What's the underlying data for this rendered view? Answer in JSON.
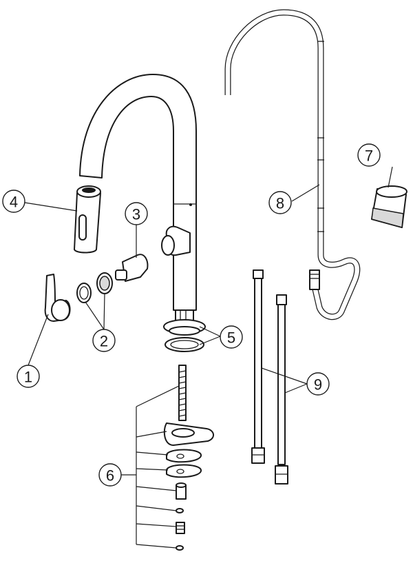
{
  "callouts": [
    {
      "id": "c1",
      "label": "1"
    },
    {
      "id": "c2",
      "label": "2"
    },
    {
      "id": "c3",
      "label": "3"
    },
    {
      "id": "c4",
      "label": "4"
    },
    {
      "id": "c5",
      "label": "5"
    },
    {
      "id": "c6",
      "label": "6"
    },
    {
      "id": "c7",
      "label": "7"
    },
    {
      "id": "c8",
      "label": "8"
    },
    {
      "id": "c9",
      "label": "9"
    }
  ],
  "colors": {
    "line": "#1a1a1a",
    "fill": "#ffffff",
    "shade": "#d9d9d9"
  }
}
